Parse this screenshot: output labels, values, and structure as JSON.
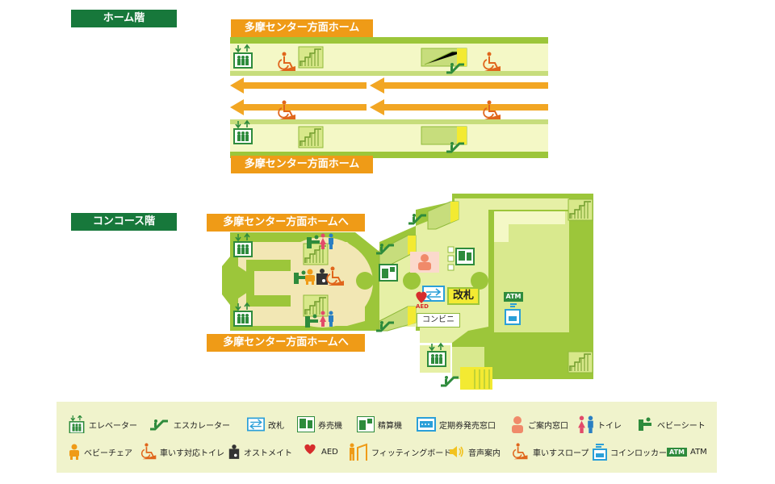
{
  "floors": {
    "platform": {
      "label": "ホーム階"
    },
    "concourse": {
      "label": "コンコース階"
    }
  },
  "directions": {
    "platform_top": "多摩センター方面ホーム",
    "platform_bottom": "多摩センター方面ホーム",
    "concourse_top": "多摩センター方面ホームへ",
    "concourse_bottom": "多摩センター方面ホームへ"
  },
  "facilities": {
    "gate": "改札",
    "convenience_store": "コンビニ",
    "atm_badge": "ATM",
    "aed_badge": "AED"
  },
  "legend": [
    {
      "icon": "elevator-icon",
      "label": "エレベーター"
    },
    {
      "icon": "escalator-icon",
      "label": "エスカレーター"
    },
    {
      "icon": "ticket-gate-icon",
      "label": "改札"
    },
    {
      "icon": "ticket-machine-icon",
      "label": "券売機"
    },
    {
      "icon": "fare-adjustment-icon",
      "label": "精算機"
    },
    {
      "icon": "commuter-pass-icon",
      "label": "定期券発売窓口"
    },
    {
      "icon": "information-icon",
      "label": "ご案内窓口"
    },
    {
      "icon": "toilet-icon",
      "label": "トイレ"
    },
    {
      "icon": "baby-sheet-icon",
      "label": "ベビーシート"
    },
    {
      "icon": "baby-chair-icon",
      "label": "ベビーチェア"
    },
    {
      "icon": "accessible-toilet-icon",
      "label": "車いす対応トイレ"
    },
    {
      "icon": "ostomate-icon",
      "label": "オストメイト"
    },
    {
      "icon": "aed-icon",
      "label": "AED",
      "badge": "AED"
    },
    {
      "icon": "fitting-board-icon",
      "label": "フィッティングボード"
    },
    {
      "icon": "audio-guide-icon",
      "label": "音声案内"
    },
    {
      "icon": "wheelchair-slope-icon",
      "label": "車いすスロープ"
    },
    {
      "icon": "coin-locker-icon",
      "label": "コインロッカー"
    },
    {
      "icon": "atm-icon",
      "label": "ATM",
      "badge": "ATM"
    }
  ],
  "colors": {
    "floor_tag": "#17783b",
    "direction_tag": "#ef9b17",
    "platform_fill": "#f4f8c6",
    "structure_green": "#9cc63a",
    "concourse_fill": "#f2e7b4",
    "arrow_orange": "#f2a623",
    "facility_green": "#2e8b3c",
    "wheelchair_orange": "#e0661c"
  }
}
